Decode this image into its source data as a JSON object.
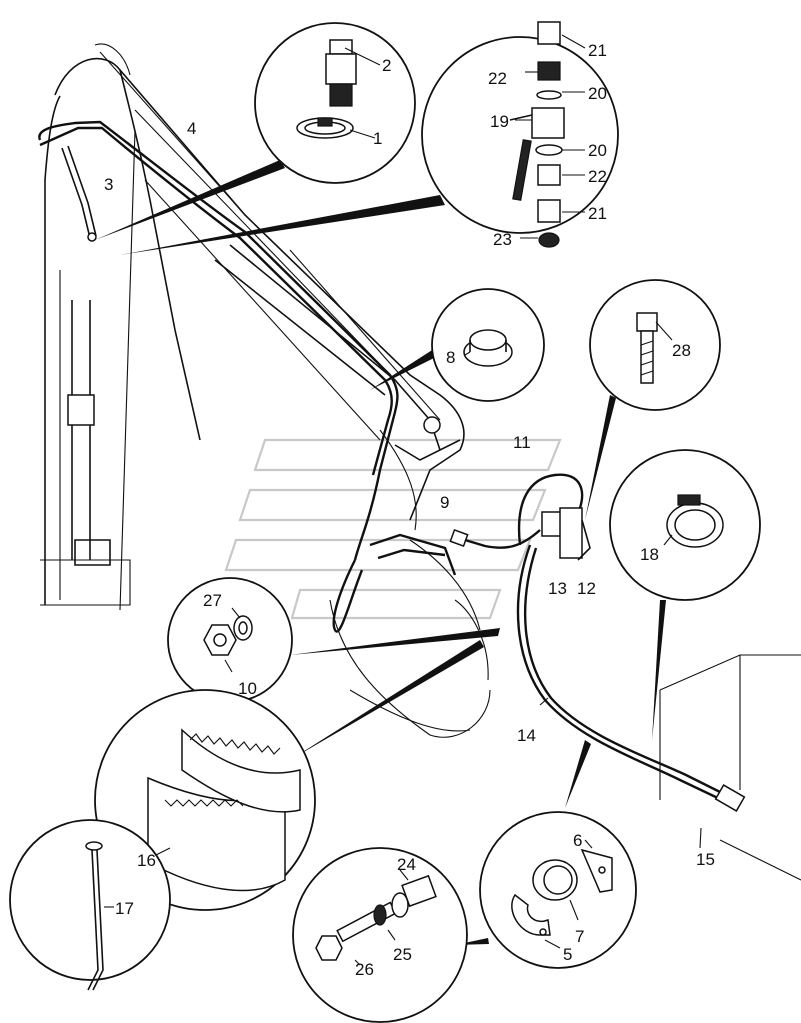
{
  "callouts": [
    {
      "id": "c1",
      "text": "1"
    },
    {
      "id": "c2",
      "text": "2"
    },
    {
      "id": "c3",
      "text": "3"
    },
    {
      "id": "c4",
      "text": "4"
    },
    {
      "id": "c5",
      "text": "5"
    },
    {
      "id": "c6",
      "text": "6"
    },
    {
      "id": "c7",
      "text": "7"
    },
    {
      "id": "c8",
      "text": "8"
    },
    {
      "id": "c9",
      "text": "9"
    },
    {
      "id": "c10",
      "text": "10"
    },
    {
      "id": "c11",
      "text": "11"
    },
    {
      "id": "c12",
      "text": "12"
    },
    {
      "id": "c13",
      "text": "13"
    },
    {
      "id": "c14",
      "text": "14"
    },
    {
      "id": "c15",
      "text": "15"
    },
    {
      "id": "c16",
      "text": "16"
    },
    {
      "id": "c17",
      "text": "17"
    },
    {
      "id": "c18",
      "text": "18"
    },
    {
      "id": "c19",
      "text": "19"
    },
    {
      "id": "c20a",
      "text": "20"
    },
    {
      "id": "c20b",
      "text": "20"
    },
    {
      "id": "c21a",
      "text": "21"
    },
    {
      "id": "c21b",
      "text": "21"
    },
    {
      "id": "c22a",
      "text": "22"
    },
    {
      "id": "c22b",
      "text": "22"
    },
    {
      "id": "c23",
      "text": "23"
    },
    {
      "id": "c24",
      "text": "24"
    },
    {
      "id": "c25",
      "text": "25"
    },
    {
      "id": "c26",
      "text": "26"
    },
    {
      "id": "c27",
      "text": "27"
    },
    {
      "id": "c28",
      "text": "28"
    }
  ],
  "colors": {
    "ink": "#111111",
    "paper": "#ffffff",
    "watermark": "#c8c8c8"
  }
}
